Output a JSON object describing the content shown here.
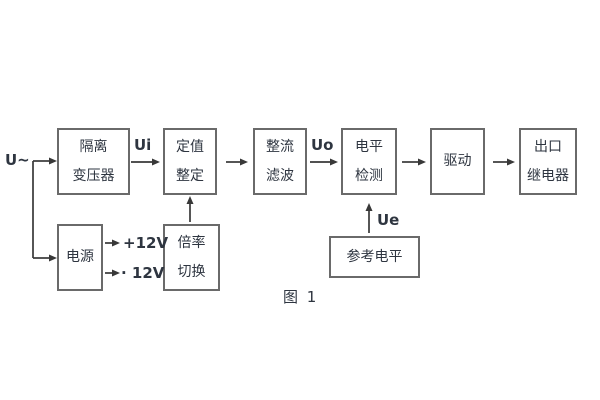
{
  "figure": {
    "caption": "图 1"
  },
  "labels": {
    "input_voltage": "U~",
    "ui": "Ui",
    "uo": "Uo",
    "ue": "Ue",
    "plus_12v": "+12V",
    "minus_12v": "· 12V"
  },
  "blocks": {
    "isolation_transformer": {
      "line1": "隔离",
      "line2": "变压器"
    },
    "setpoint_setting": {
      "line1": "定值",
      "line2": "整定"
    },
    "rectifier_filter": {
      "line1": "整流",
      "line2": "滤波"
    },
    "level_detection": {
      "line1": "电平",
      "line2": "检测"
    },
    "drive": {
      "line1": "驱动"
    },
    "output_relay": {
      "line1": "出口",
      "line2": "继电器"
    },
    "power_supply": {
      "line1": "电源"
    },
    "ratio_switching": {
      "line1": "倍率",
      "line2": "切换"
    },
    "reference_level": {
      "line1": "参考电平"
    }
  },
  "colors": {
    "background": "#ffffff",
    "box_border": "#6a6a6a",
    "wire": "#383838",
    "text": "#2e3540"
  }
}
